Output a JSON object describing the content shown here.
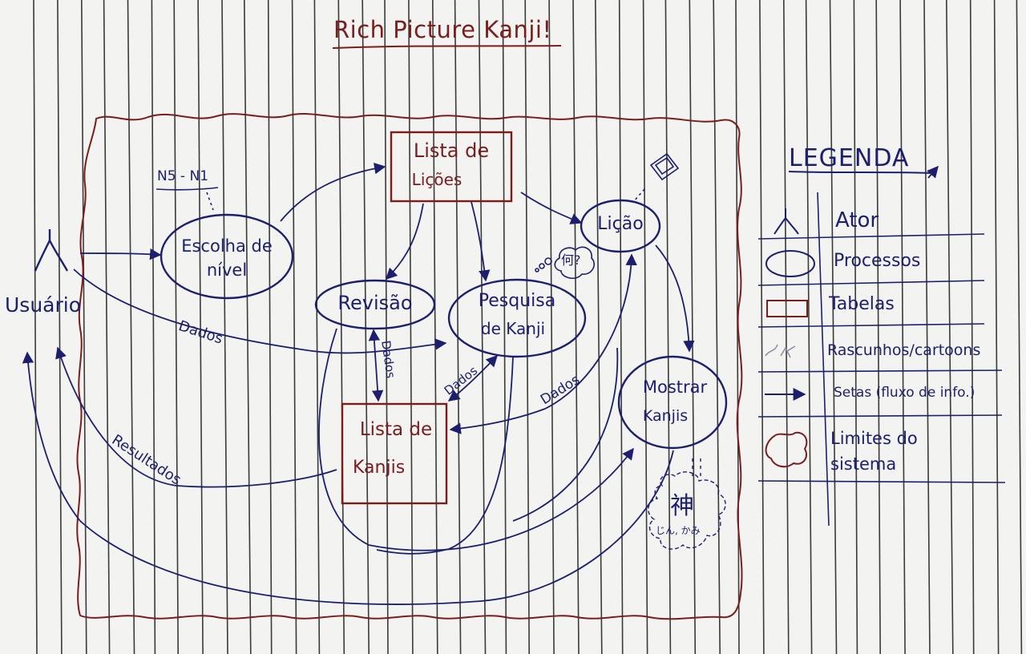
{
  "title": "Rich Picture Kanji!",
  "actor": {
    "label": "Usuário"
  },
  "level_note": "N5 - N1",
  "processes": {
    "escolha": {
      "line1": "Escolha de",
      "line2": "nível"
    },
    "revisao": {
      "label": "Revisão"
    },
    "pesquisa": {
      "line1": "Pesquisa",
      "line2": "de Kanji"
    },
    "licao": {
      "label": "Lição"
    },
    "mostrar": {
      "line1": "Mostrar",
      "line2": "Kanjis"
    }
  },
  "tables": {
    "lista_licoes": {
      "line1": "Lista de",
      "line2": "Lições"
    },
    "lista_kanjis": {
      "line1": "Lista de",
      "line2": "Kanjis"
    }
  },
  "flow_labels": {
    "dados_usuario": "Dados",
    "dados_revisao": "Dados",
    "dados_pesquisa": "Dados",
    "dados_licao": "Dados",
    "resultados": "Resultados"
  },
  "cartoons": {
    "question": "何?",
    "kanji": "神",
    "reading": "じん, かみ"
  },
  "legend": {
    "title": "LEGENDA",
    "items": [
      {
        "label": "Ator",
        "icon": "actor-icon"
      },
      {
        "label": "Processos",
        "icon": "ellipse-icon"
      },
      {
        "label": "Tabelas",
        "icon": "rectangle-icon"
      },
      {
        "label": "Rascunhos/cartoons",
        "icon": "sketch-icon"
      },
      {
        "label": "Setas (fluxo de info.)",
        "icon": "arrow-icon"
      },
      {
        "label": "Limites do sistema",
        "icon": "boundary-icon"
      }
    ]
  },
  "colors": {
    "ink_blue": "#1d1f6e",
    "ink_red": "#7a1d1d",
    "paper": "#f3f3f1",
    "ruling": "#1a1a1a"
  }
}
